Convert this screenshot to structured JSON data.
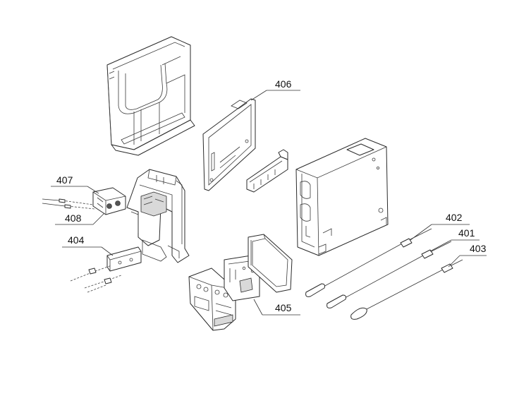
{
  "callouts": {
    "c401": "401",
    "c402": "402",
    "c403": "403",
    "c404": "404",
    "c405": "405",
    "c406": "406",
    "c407": "407",
    "c408": "408"
  }
}
